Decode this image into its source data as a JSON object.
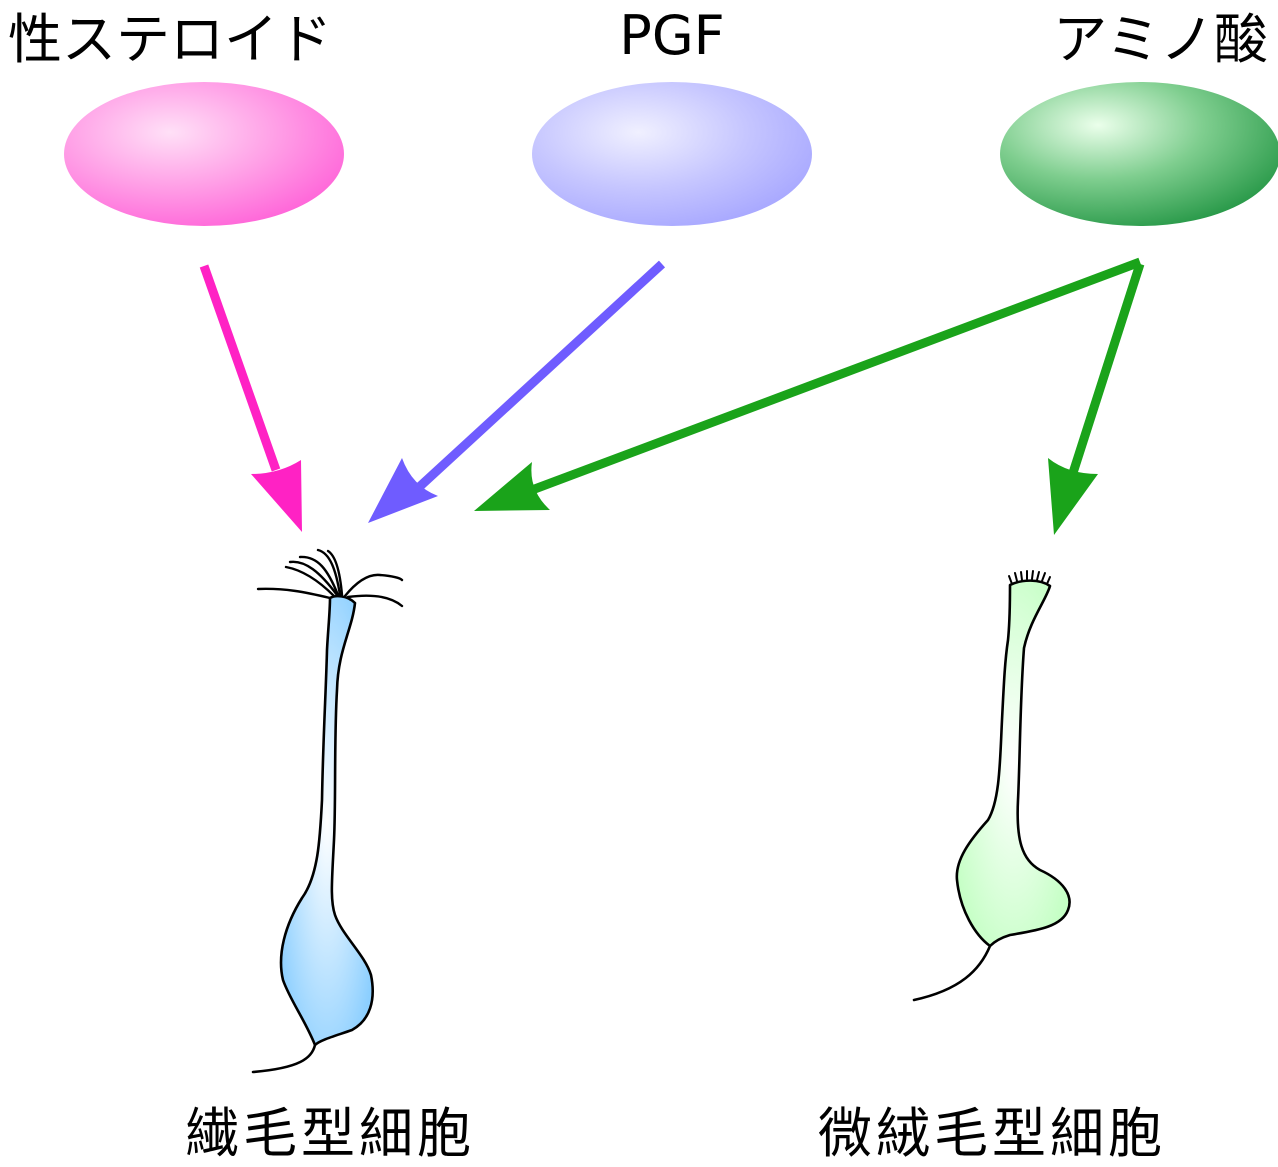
{
  "sources": {
    "steroid": {
      "label": "性ステロイド",
      "color": "#ff33cc"
    },
    "pgf": {
      "label": "PGF",
      "color": "#6f5cff"
    },
    "amino": {
      "label": "アミノ酸",
      "color": "#1aa31a"
    }
  },
  "cells": {
    "ciliated": {
      "label": "繊毛型細胞",
      "fill": "#a8d8ff"
    },
    "microvillous": {
      "label": "微絨毛型細胞",
      "fill": "#ccffcc"
    }
  }
}
